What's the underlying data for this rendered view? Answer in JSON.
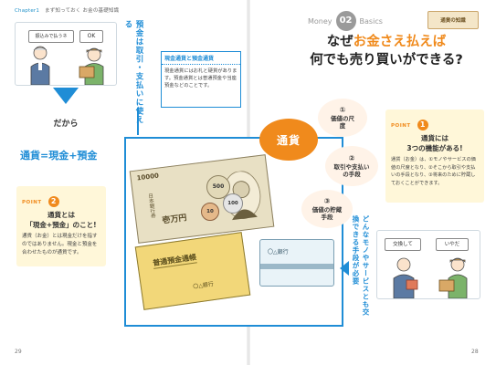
{
  "header": {
    "chapter": "Chapter1",
    "chapter_title": "まず知っておく お金の基礎知識"
  },
  "tag": {
    "series": "Money",
    "number": "02",
    "basics": "Basics",
    "category": "通貨の知識"
  },
  "title": {
    "line1_pre": "なぜ",
    "line1_em": "お金さえ払えば",
    "line2": "何でも売り買いができる?"
  },
  "left_scene": {
    "sign": "振込みで払うネ",
    "ok": "OK",
    "vertical": "預金は取引・支払いに使える",
    "dakara": "だから",
    "formula": "通貨=現金+預金"
  },
  "info_box": {
    "title": "現金通貨と預金通貨",
    "body": "現金通貨にはお札と硬貨があります。預金通貨とは普通預金や当座預金などのことです。"
  },
  "point2": {
    "label": "POINT",
    "number": "2",
    "title_line1": "通貨とは",
    "title_line2": "「現金+預金」のこと!",
    "body": "通貨（お金）とは現金だけを指すのではありません。現金と預金を合わせたものが通貨です。"
  },
  "center": {
    "tsuka": "通貨",
    "bill_value": "壱万円",
    "bill_issuer": "日本銀行券",
    "bill_number": "10000",
    "coin1": "500",
    "coin2": "100",
    "coin3": "10",
    "bankbook_title": "普通預金通帳",
    "bankbook_bank": "〇△銀行",
    "card_bank": "〇△銀行"
  },
  "functions": [
    {
      "num": "①",
      "label": "価値の尺度"
    },
    {
      "num": "②",
      "label": "取引や支払いの手段"
    },
    {
      "num": "③",
      "label": "価値の貯蔵手段"
    }
  ],
  "point1": {
    "label": "POINT",
    "number": "1",
    "title_line1": "通貨には",
    "title_line2": "3つの機能がある!",
    "body": "通貨（お金）は、①モノやサービスの価値の尺度となり、②そこから取引や支払いの手段となり、③将来のために貯蔵しておくことができます。"
  },
  "right_scene": {
    "vertical": "どんなモノやサービスとも交換できる手段が必要",
    "bubble1": "交換して",
    "bubble2": "いやだ"
  },
  "pages": {
    "left": "29",
    "right": "28"
  },
  "colors": {
    "blue": "#1f8dd6",
    "orange": "#f08a1c",
    "cream": "#fff7d9",
    "peach": "#fff3e8"
  }
}
